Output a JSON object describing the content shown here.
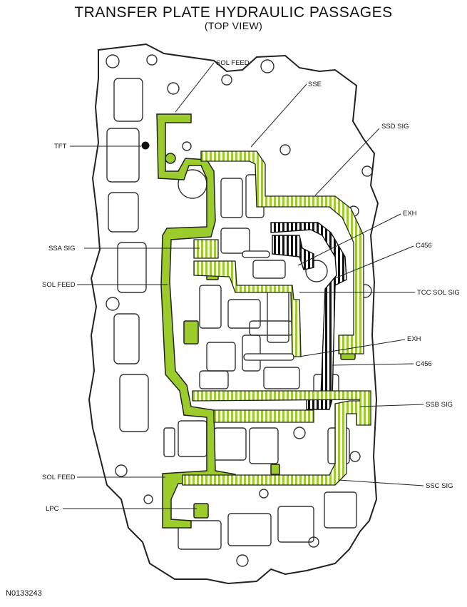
{
  "title": "TRANSFER PLATE HYDRAULIC PASSAGES",
  "subtitle": "(TOP VIEW)",
  "figure_id": "N0133243",
  "colors": {
    "fluid_fill": "#9ccc2c",
    "outline": "#222222",
    "exhaust_stripe": "#111111",
    "background": "#ffffff"
  },
  "labels": {
    "sol_feed_top": "SOL FEED",
    "sse": "SSE",
    "ssd_sig": "SSD SIG",
    "tft": "TFT",
    "exh_upper": "EXH",
    "c456_upper": "C456",
    "ssa_sig": "SSA SIG",
    "sol_feed_mid": "SOL FEED",
    "tcc_sol_sig": "TCC SOL SIG",
    "exh_lower": "EXH",
    "c456_lower": "C456",
    "ssb_sig": "SSB SIG",
    "sol_feed_bottom": "SOL FEED",
    "ssc_sig": "SSC SIG",
    "lpc": "LPC"
  }
}
